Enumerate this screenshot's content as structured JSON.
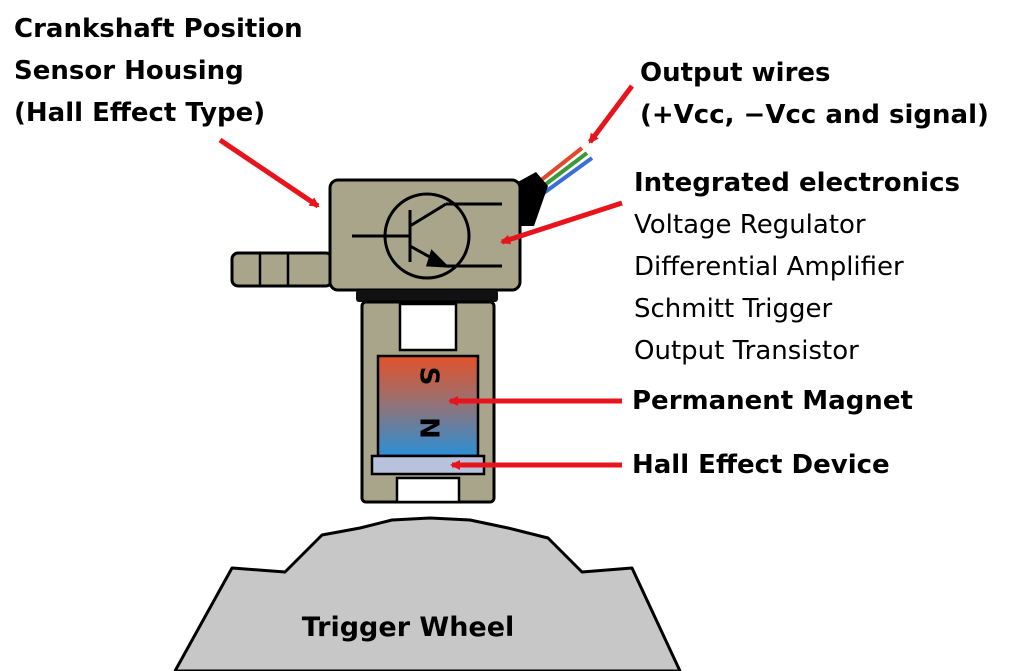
{
  "labels": {
    "housing": [
      "Crankshaft Position",
      "Sensor Housing",
      "(Hall Effect Type)"
    ],
    "output_wires": [
      "Output wires",
      "(+Vcc, −Vcc and signal)"
    ],
    "electronics_title": "Integrated electronics",
    "electronics_items": [
      "Voltage Regulator",
      "Differential Amplifier",
      "Schmitt Trigger",
      "Output Transistor"
    ],
    "magnet": "Permanent Magnet",
    "hall_device": "Hall Effect Device",
    "wheel": "Trigger Wheel",
    "magnet_south": "S",
    "magnet_north": "N"
  },
  "colors": {
    "housing": "#a8a58a",
    "outline": "#000000",
    "arrow": "#e8141c",
    "magnet_top": "#e2522a",
    "magnet_bottom": "#2a8fd6",
    "hall": "#b8c2dc",
    "wheel": "#c7c7c7",
    "wire_red": "#e04a2a",
    "wire_green": "#3a9a3a",
    "wire_blue": "#3a6fd8"
  }
}
